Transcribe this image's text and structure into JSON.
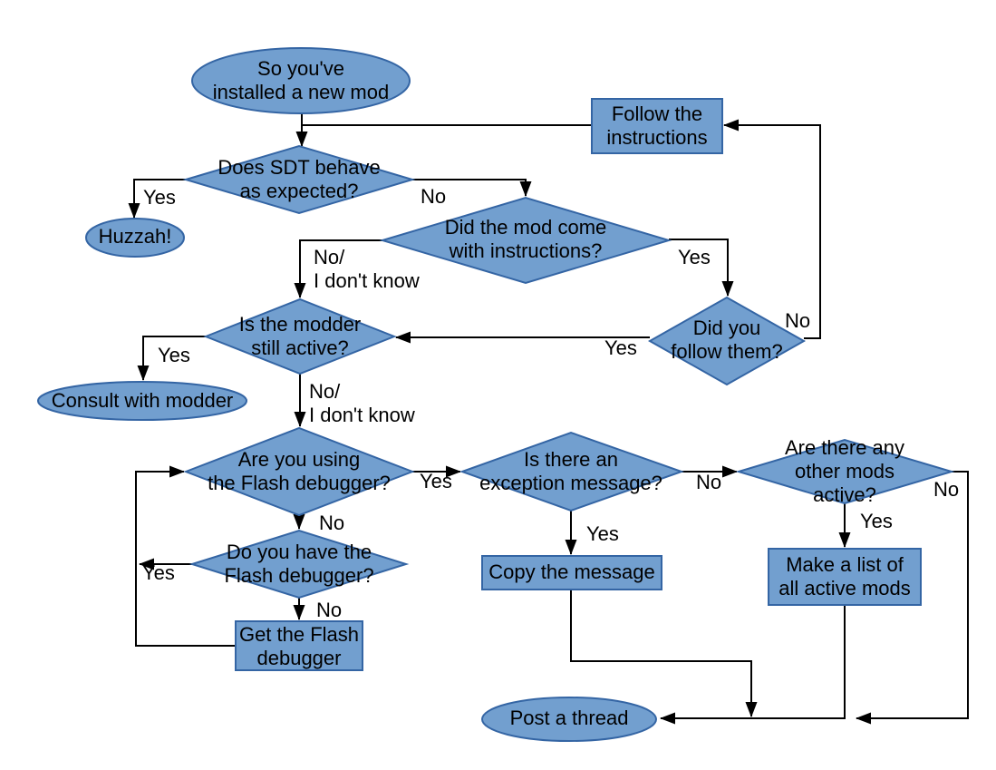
{
  "diagram": {
    "colors": {
      "node_fill": "#729fcf",
      "node_stroke": "#3465a4",
      "connector": "#000000",
      "text_color": "#000000"
    },
    "nodes": {
      "start": {
        "shape": "ellipse",
        "label": "So you've\ninstalled a new mod"
      },
      "follow_instructions": {
        "shape": "rect",
        "label": "Follow the\ninstructions"
      },
      "sdt_behave": {
        "shape": "diamond",
        "label": "Does SDT behave\nas expected?"
      },
      "huzzah": {
        "shape": "ellipse",
        "label": "Huzzah!"
      },
      "mod_instructions": {
        "shape": "diamond",
        "label": "Did the mod come\nwith instructions?"
      },
      "follow_them": {
        "shape": "diamond",
        "label": "Did you\nfollow them?"
      },
      "modder_active": {
        "shape": "diamond",
        "label": "Is the modder\nstill active?"
      },
      "consult_modder": {
        "shape": "ellipse",
        "label": "Consult with modder"
      },
      "using_debugger": {
        "shape": "diamond",
        "label": "Are you using\nthe Flash debugger?"
      },
      "exception_message": {
        "shape": "diamond",
        "label": "Is there an\nexception message?"
      },
      "other_mods": {
        "shape": "diamond",
        "label": "Are there any\nother mods active?"
      },
      "have_debugger": {
        "shape": "diamond",
        "label": "Do you have the\nFlash debugger?"
      },
      "get_debugger": {
        "shape": "rect",
        "label": "Get the Flash\ndebugger"
      },
      "copy_message": {
        "shape": "rect",
        "label": "Copy the message"
      },
      "make_list": {
        "shape": "rect",
        "label": "Make a list of\nall active mods"
      },
      "post_thread": {
        "shape": "ellipse",
        "label": "Post a thread"
      }
    },
    "edge_labels": {
      "behave_yes": "Yes",
      "behave_no": "No",
      "mod_instructions_no": "No/\nI don't know",
      "mod_instructions_yes": "Yes",
      "follow_them_no": "No",
      "follow_them_yes": "Yes",
      "modder_yes": "Yes",
      "modder_no": "No/\nI don't know",
      "using_yes": "Yes",
      "using_no": "No",
      "exception_no": "No",
      "exception_yes": "Yes",
      "other_no": "No",
      "other_yes": "Yes",
      "have_yes": "Yes",
      "have_no": "No"
    }
  }
}
